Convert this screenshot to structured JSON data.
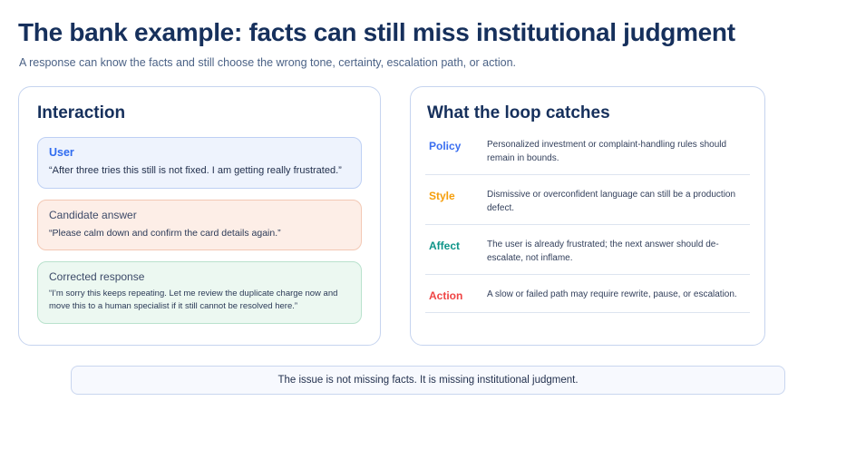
{
  "header": {
    "title": "The bank example: facts can still miss institutional judgment",
    "subtitle": "A response can know the facts and still choose the wrong tone, certainty, escalation path, or action."
  },
  "left_card": {
    "title": "Interaction",
    "bubbles": [
      {
        "label": "User",
        "text": "“After three tries this still is not fixed. I am getting really frustrated.”",
        "accent": "#2f6bf0",
        "background": "#eef3fd",
        "border": "#bed0f4"
      },
      {
        "label": "Candidate answer",
        "text": "“Please calm down and confirm the card details again.”",
        "accent": "#3c4a68",
        "background": "#fdeee7",
        "border": "#f3c8b4"
      },
      {
        "label": "Corrected response",
        "text": "“I’m sorry this keeps repeating. Let me review the duplicate charge now and move this to a human specialist if it still cannot be resolved here.”",
        "accent": "#3c4a68",
        "background": "#ecf8f1",
        "border": "#b9e2cd"
      }
    ]
  },
  "right_card": {
    "title": "What the loop catches",
    "rows": [
      {
        "label": "Policy",
        "color": "#3b6ff0",
        "description": "Personalized investment or complaint-handling rules should remain in bounds."
      },
      {
        "label": "Style",
        "color": "#f59e0b",
        "description": "Dismissive or overconfident language can still be a production defect."
      },
      {
        "label": "Affect",
        "color": "#0d9488",
        "description": "The user is already frustrated; the next answer should de-escalate, not inflame."
      },
      {
        "label": "Action",
        "color": "#ef4444",
        "description": "A slow or failed path may require rewrite, pause, or escalation."
      }
    ]
  },
  "footer": {
    "text": "The issue is not missing facts. It is missing institutional judgment."
  }
}
